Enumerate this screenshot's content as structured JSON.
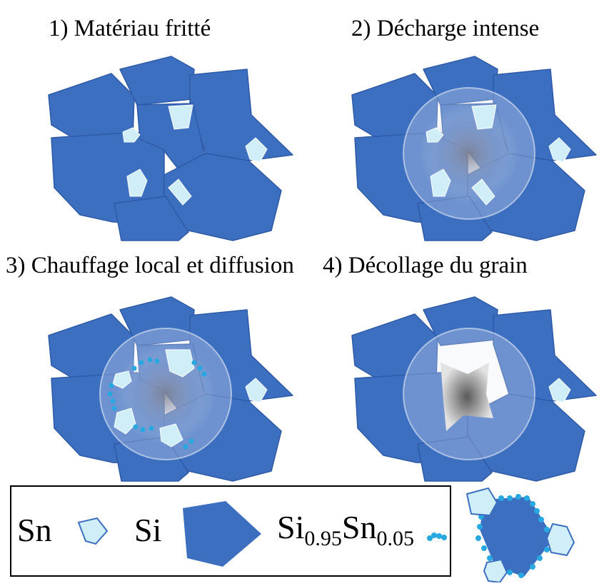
{
  "panels": [
    {
      "title": "1) Matériau fritté",
      "state": "sintered"
    },
    {
      "title": "2) Décharge intense",
      "state": "discharge"
    },
    {
      "title": "3) Chauffage local et diffusion",
      "state": "diffusion"
    },
    {
      "title": "4) Décollage du grain",
      "state": "detachment"
    }
  ],
  "legend": {
    "sn_label": "Sn",
    "si_label": "Si",
    "alloy_base": "Si",
    "alloy_si_sub": "0.95",
    "alloy_sn": "Sn",
    "alloy_sn_sub": "0.05"
  },
  "colors": {
    "si_grain": "#3d6fc0",
    "si_grain_edge": "#2e5aa6",
    "sn_particle": "#cfeef8",
    "alloy": "#27a8e0",
    "discharge_halo": "#e8eef8"
  }
}
